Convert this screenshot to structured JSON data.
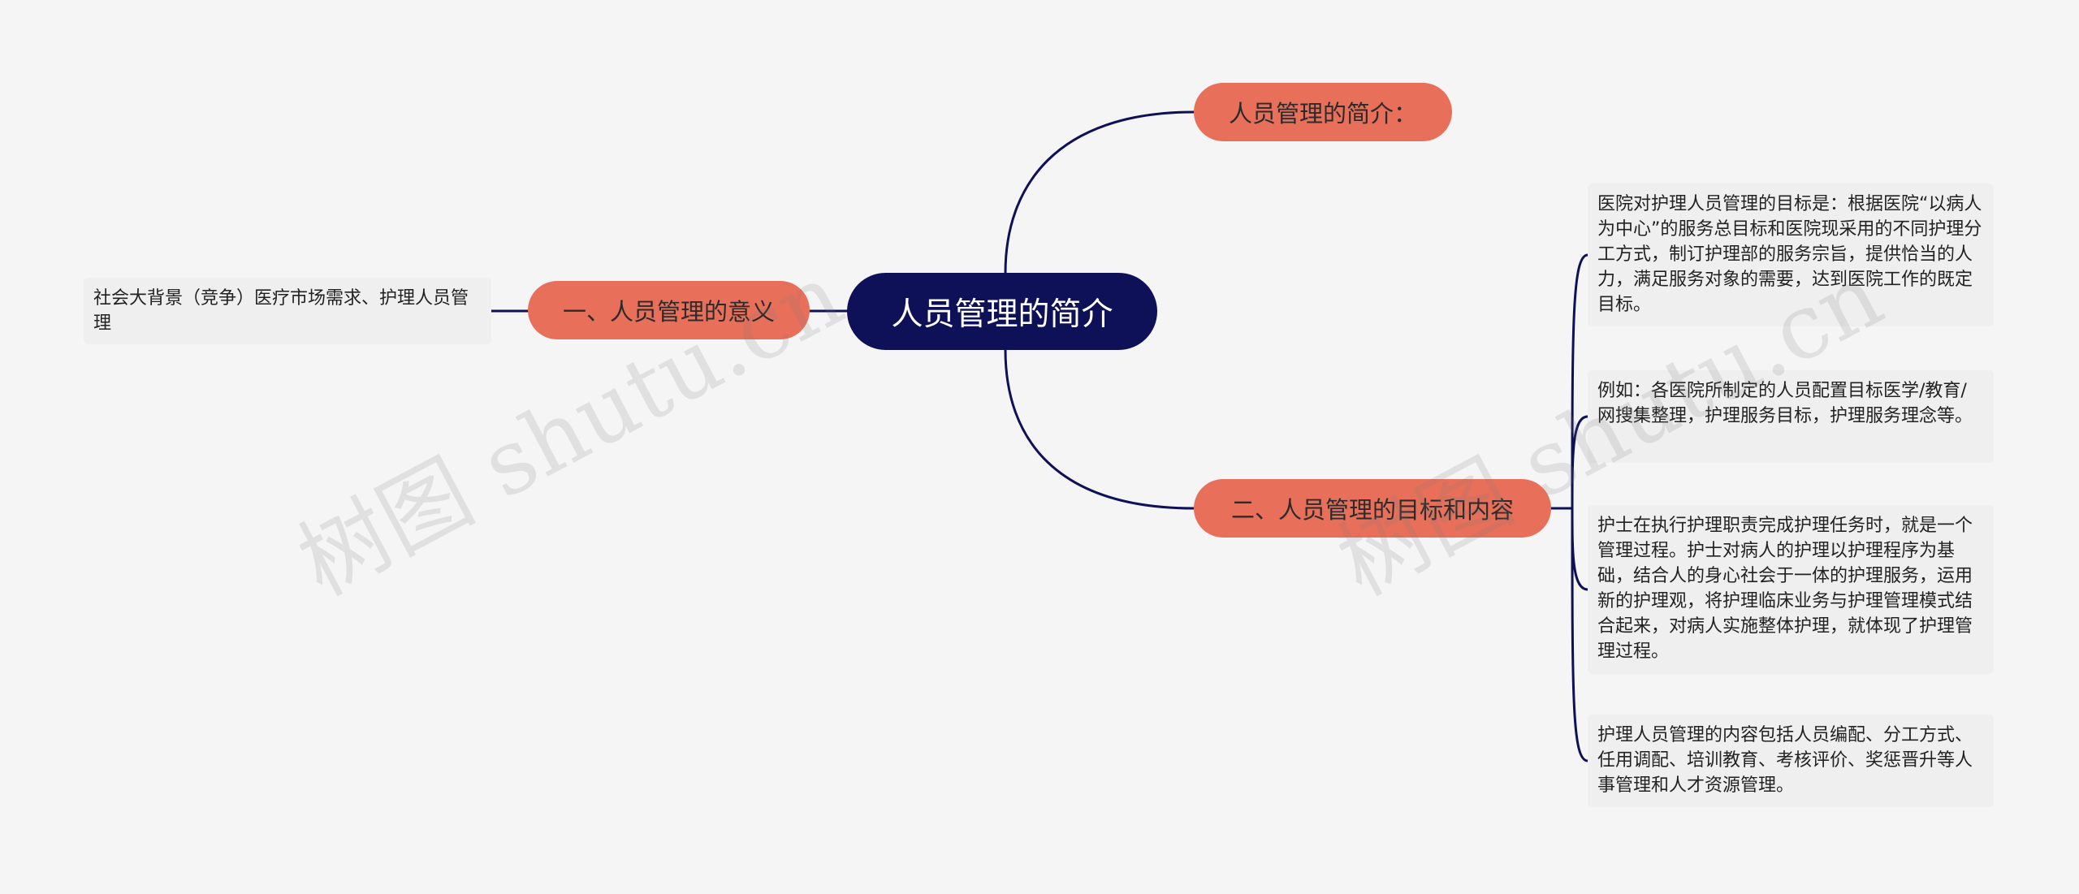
{
  "mindmap": {
    "root": "人员管理的简介",
    "branches": {
      "intro": {
        "label": "人员管理的简介："
      },
      "meaning": {
        "label": "一、人员管理的意义",
        "leaves": [
          "社会大背景（竞争）医疗市场需求、护理人员管理"
        ]
      },
      "goals": {
        "label": "二、人员管理的目标和内容",
        "leaves": [
          "医院对护理人员管理的目标是：根据医院“以病人为中心”的服务总目标和医院现采用的不同护理分工方式，制订护理部的服务宗旨，提供恰当的人力，满足服务对象的需要，达到医院工作的既定目标。",
          "例如：各医院所制定的人员配置目标医学/教育/网搜集整理，护理服务目标，护理服务理念等。",
          "护士在执行护理职责完成护理任务时，就是一个管理过程。护士对病人的护理以护理程序为基础，结合人的身心社会于一体的护理服务，运用新的护理观，将护理临床业务与护理管理模式结合起来，对病人实施整体护理，就体现了护理管理过程。",
          "护理人员管理的内容包括人员编配、分工方式、任用调配、培训教育、考核评价、奖惩晋升等人事管理和人才资源管理。"
        ]
      }
    }
  },
  "watermark": "树图 shutu.cn",
  "colors": {
    "background": "#f5f5f5",
    "root_fill": "#0f1158",
    "branch_fill": "#e8705a",
    "leaf_fill": "#efefef",
    "connector": "#0f1158"
  }
}
